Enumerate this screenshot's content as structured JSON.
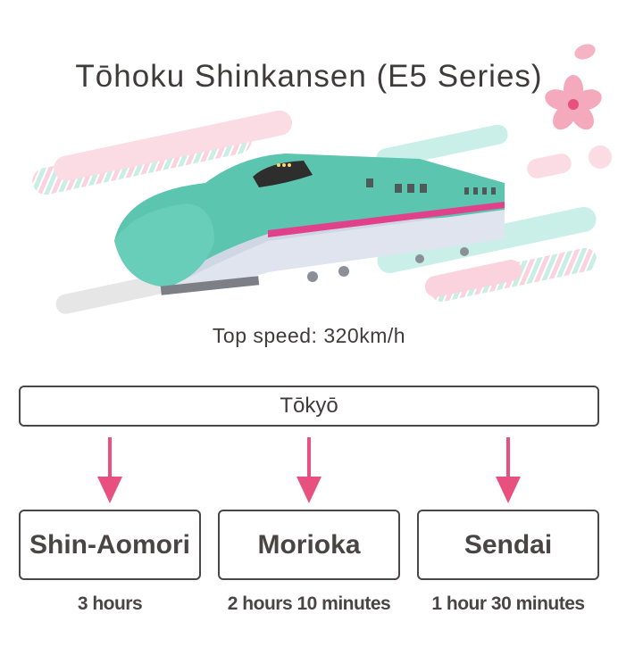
{
  "title": "Tōhoku Shinkansen (E5 Series)",
  "top_speed": "Top speed: 320km/h",
  "origin": "Tōkyō",
  "destinations": [
    {
      "name": "Shin-Aomori",
      "duration": "3 hours"
    },
    {
      "name": "Morioka",
      "duration": "2 hours 10 minutes"
    },
    {
      "name": "Sendai",
      "duration": "1 hour 30 minutes"
    }
  ],
  "colors": {
    "train_green": "#5cc5b0",
    "train_stripe": "#e0418a",
    "arrow": "#e8517f",
    "blossom": "#f08aa4",
    "stripe_pink": "#fbd3de",
    "stripe_mint": "#c8eee6"
  }
}
